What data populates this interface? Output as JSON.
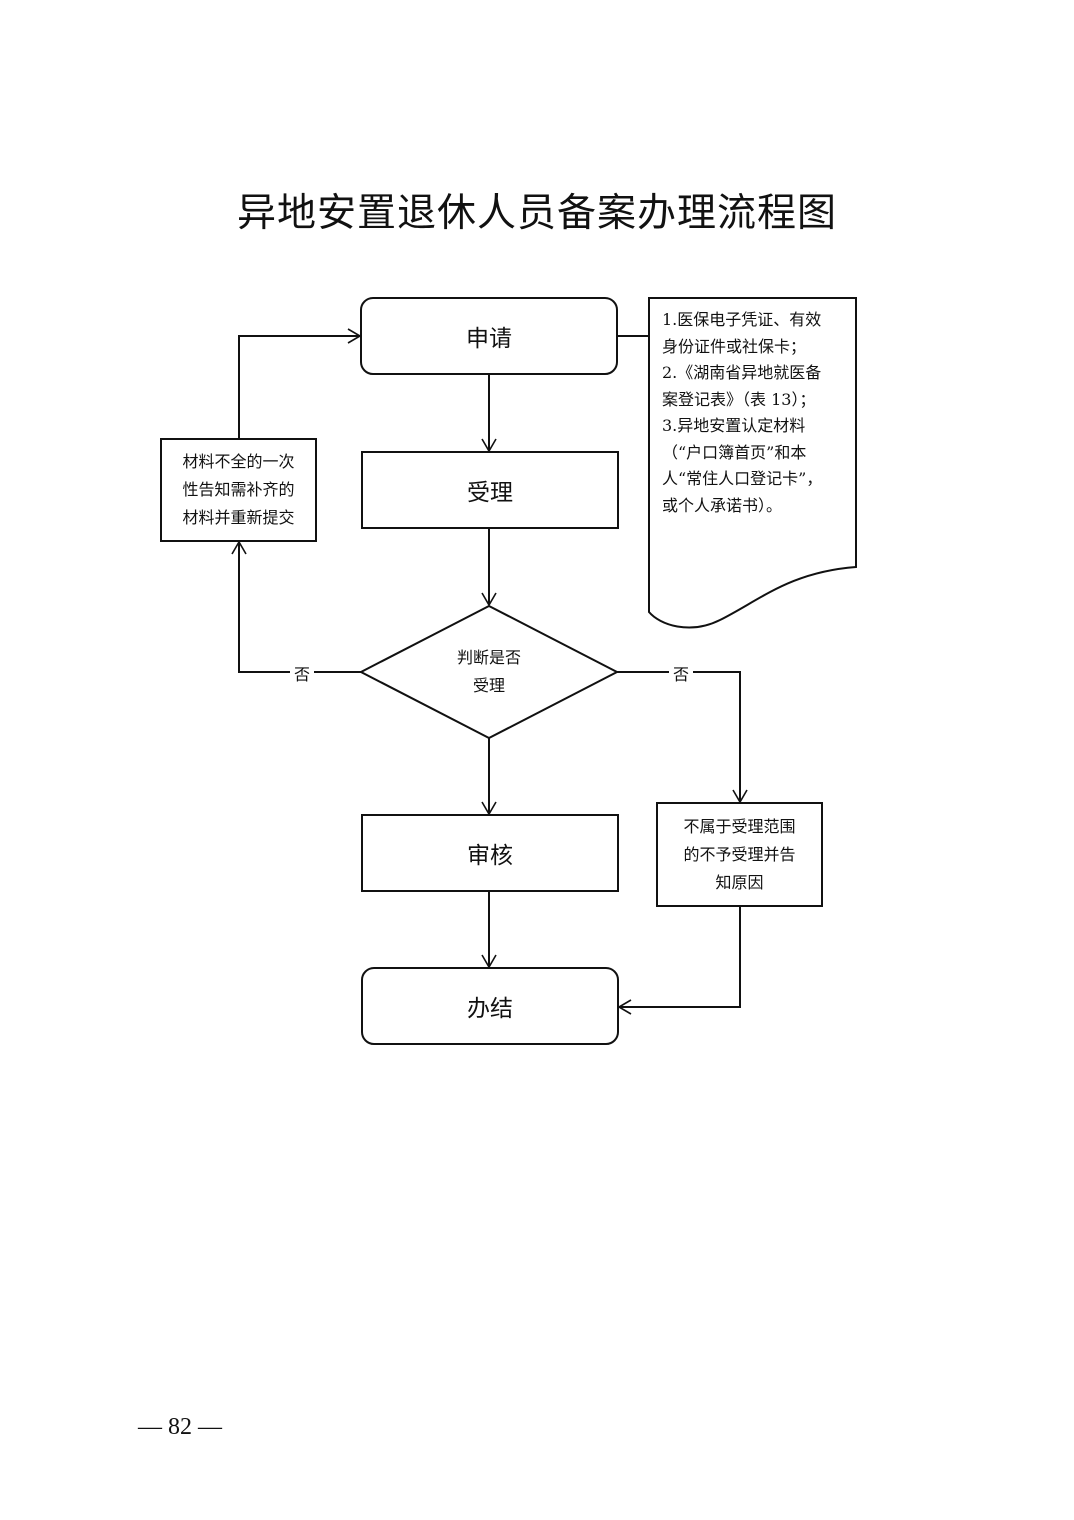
{
  "title": "异地安置退休人员备案办理流程图",
  "nodes": {
    "apply": "申请",
    "accept": "受理",
    "decision_line1": "判断是否",
    "decision_line2": "受理",
    "review": "审核",
    "finish": "办结",
    "incomplete_line1": "材料不全的一次",
    "incomplete_line2": "性告知需补齐的",
    "incomplete_line3": "材料并重新提交",
    "reject_line1": "不属于受理范围",
    "reject_line2": "的不予受理并告",
    "reject_line3": "知原因"
  },
  "branch_labels": {
    "left_no": "否",
    "right_no": "否"
  },
  "materials_note": {
    "lines": [
      "1.医保电子凭证、有效",
      "身份证件或社保卡；",
      "2.《湖南省异地就医备",
      "案登记表》（表 13）；",
      "3.异地安置认定材料",
      "（“户口簿首页”和本",
      "人“常住人口登记卡”，",
      "或个人承诺书）。"
    ]
  },
  "page_number": "— 82 —"
}
